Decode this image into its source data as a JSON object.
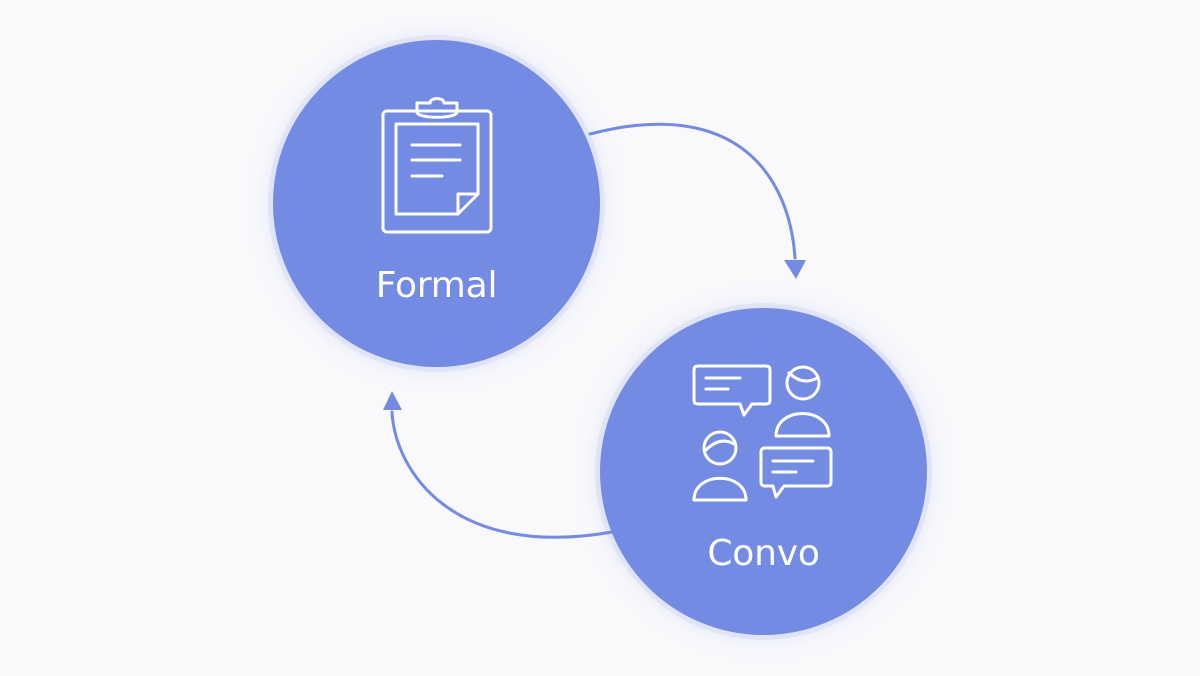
{
  "diagram": {
    "colors": {
      "background": "#f9f9fc",
      "node_fill": "#738be2",
      "arrow": "#738be2",
      "icon_stroke": "#ffffff",
      "label": "#ffffff"
    },
    "nodes": [
      {
        "id": "formal",
        "label": "Formal",
        "icon": "clipboard-icon"
      },
      {
        "id": "convo",
        "label": "Convo",
        "icon": "conversation-icon"
      }
    ],
    "edges": [
      {
        "from": "formal",
        "to": "convo"
      },
      {
        "from": "convo",
        "to": "formal"
      }
    ]
  }
}
